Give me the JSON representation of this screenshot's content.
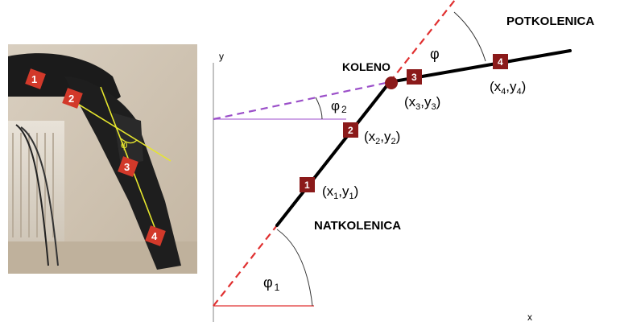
{
  "labels": {
    "koleno": "KOLENO",
    "potkolenica": "POTKOLENICA",
    "natkolenica": "NATKOLENICA",
    "y_axis": "y",
    "x_axis": "x",
    "phi": "φ",
    "phi2": "φ",
    "phi2_sub": "2",
    "phi1": "φ",
    "phi1_sub": "1",
    "photo_phi": "φ"
  },
  "markers": [
    {
      "id": "1",
      "coord_x": "x",
      "x_sub": "1",
      "coord_y": "y",
      "y_sub": "1"
    },
    {
      "id": "2",
      "coord_x": "x",
      "x_sub": "2",
      "coord_y": "y",
      "y_sub": "2"
    },
    {
      "id": "3",
      "coord_x": "x",
      "x_sub": "3",
      "coord_y": "y",
      "y_sub": "3"
    },
    {
      "id": "4",
      "coord_x": "x",
      "x_sub": "4",
      "coord_y": "y",
      "y_sub": "4"
    }
  ],
  "photo_markers": [
    "1",
    "2",
    "3",
    "4"
  ],
  "colors": {
    "marker": "#8b1a1a",
    "red_dashed": "#e03030",
    "purple_dashed": "#9b4fc9",
    "segment": "#000000",
    "photo_line": "#e6e62e"
  }
}
